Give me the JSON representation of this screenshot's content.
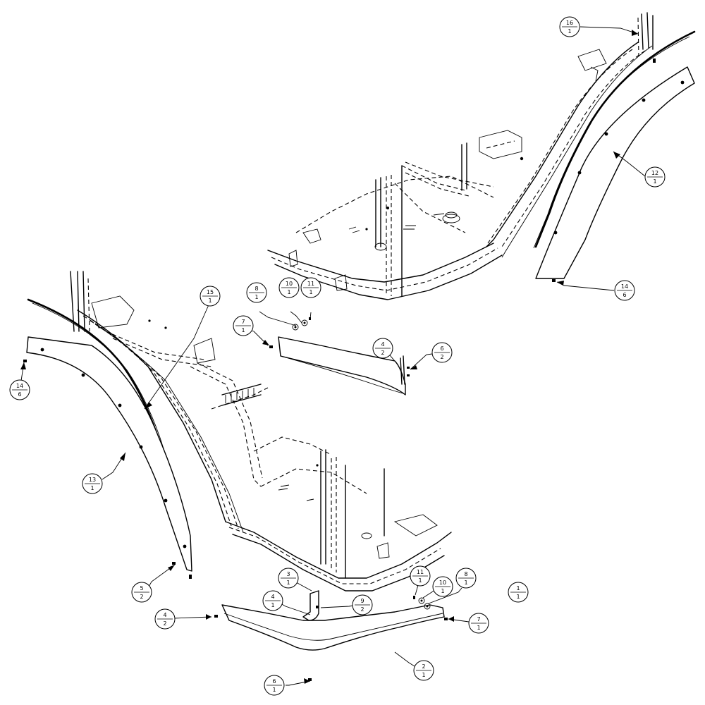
{
  "callouts": [
    {
      "id": "c16",
      "top": "16",
      "bottom": "1"
    },
    {
      "id": "c12",
      "top": "12",
      "bottom": "1"
    },
    {
      "id": "c14r",
      "top": "14",
      "bottom": "6"
    },
    {
      "id": "c15",
      "top": "15",
      "bottom": "1"
    },
    {
      "id": "c8u",
      "top": "8",
      "bottom": "1"
    },
    {
      "id": "c10u",
      "top": "10",
      "bottom": "1"
    },
    {
      "id": "c11u",
      "top": "11",
      "bottom": "1"
    },
    {
      "id": "c7u",
      "top": "7",
      "bottom": "1"
    },
    {
      "id": "c4u",
      "top": "4",
      "bottom": "2"
    },
    {
      "id": "c6u",
      "top": "6",
      "bottom": "2"
    },
    {
      "id": "c14l",
      "top": "14",
      "bottom": "6"
    },
    {
      "id": "c13",
      "top": "13",
      "bottom": "1"
    },
    {
      "id": "c5",
      "top": "5",
      "bottom": "2"
    },
    {
      "id": "c3",
      "top": "3",
      "bottom": "1"
    },
    {
      "id": "c4m",
      "top": "4",
      "bottom": "1"
    },
    {
      "id": "c9",
      "top": "9",
      "bottom": "2"
    },
    {
      "id": "c11l",
      "top": "11",
      "bottom": "1"
    },
    {
      "id": "c10l",
      "top": "10",
      "bottom": "1"
    },
    {
      "id": "c8l",
      "top": "8",
      "bottom": "1"
    },
    {
      "id": "c1",
      "top": "1",
      "bottom": "1"
    },
    {
      "id": "c4l",
      "top": "4",
      "bottom": "2"
    },
    {
      "id": "c7l",
      "top": "7",
      "bottom": "1"
    },
    {
      "id": "c2",
      "top": "2",
      "bottom": "1"
    },
    {
      "id": "c6l",
      "top": "6",
      "bottom": "1"
    }
  ]
}
